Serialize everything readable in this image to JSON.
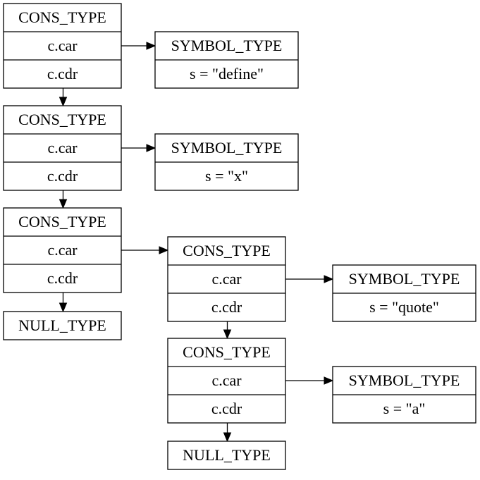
{
  "nodes": [
    {
      "id": "cons1",
      "fields": [
        "CONS_TYPE",
        "c.car",
        "c.cdr"
      ]
    },
    {
      "id": "sym_define",
      "fields": [
        "SYMBOL_TYPE",
        "s = \"define\""
      ]
    },
    {
      "id": "cons2",
      "fields": [
        "CONS_TYPE",
        "c.car",
        "c.cdr"
      ]
    },
    {
      "id": "sym_x",
      "fields": [
        "SYMBOL_TYPE",
        "s = \"x\""
      ]
    },
    {
      "id": "cons3",
      "fields": [
        "CONS_TYPE",
        "c.car",
        "c.cdr"
      ]
    },
    {
      "id": "null1",
      "fields": [
        "NULL_TYPE"
      ]
    },
    {
      "id": "cons4",
      "fields": [
        "CONS_TYPE",
        "c.car",
        "c.cdr"
      ]
    },
    {
      "id": "sym_quote",
      "fields": [
        "SYMBOL_TYPE",
        "s = \"quote\""
      ]
    },
    {
      "id": "cons5",
      "fields": [
        "CONS_TYPE",
        "c.car",
        "c.cdr"
      ]
    },
    {
      "id": "sym_a",
      "fields": [
        "SYMBOL_TYPE",
        "s = \"a\""
      ]
    },
    {
      "id": "null2",
      "fields": [
        "NULL_TYPE"
      ]
    }
  ],
  "edges": [
    {
      "from": "cons1",
      "field": "c.car",
      "to": "sym_define"
    },
    {
      "from": "cons1",
      "field": "c.cdr",
      "to": "cons2"
    },
    {
      "from": "cons2",
      "field": "c.car",
      "to": "sym_x"
    },
    {
      "from": "cons2",
      "field": "c.cdr",
      "to": "cons3"
    },
    {
      "from": "cons3",
      "field": "c.car",
      "to": "cons4"
    },
    {
      "from": "cons3",
      "field": "c.cdr",
      "to": "null1"
    },
    {
      "from": "cons4",
      "field": "c.car",
      "to": "sym_quote"
    },
    {
      "from": "cons4",
      "field": "c.cdr",
      "to": "cons5"
    },
    {
      "from": "cons5",
      "field": "c.car",
      "to": "sym_a"
    },
    {
      "from": "cons5",
      "field": "c.cdr",
      "to": "null2"
    }
  ]
}
